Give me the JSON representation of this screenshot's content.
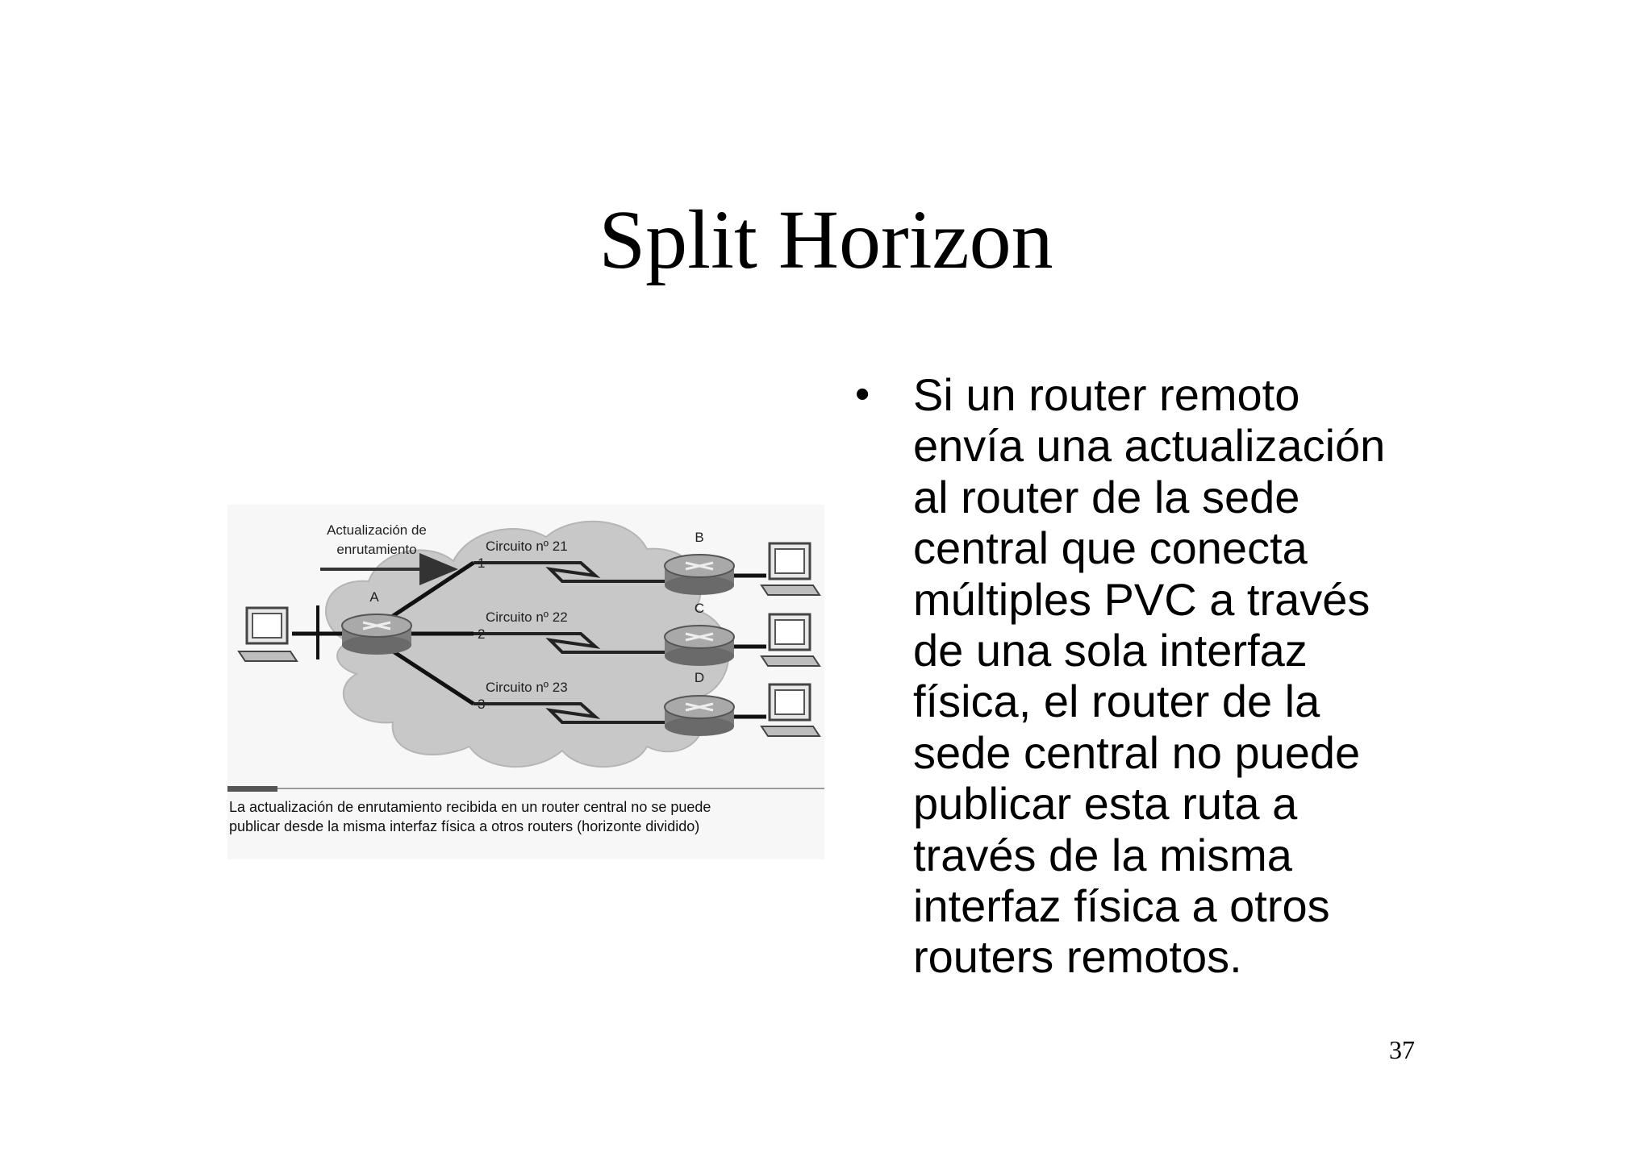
{
  "slide": {
    "title": "Split Horizon",
    "page_number": "37"
  },
  "bullet": {
    "marker": "•",
    "lines": [
      "Si un router remoto",
      "envía una actualización",
      "al router de la sede",
      "central que conecta",
      "múltiples PVC a través",
      "de una sola interfaz",
      "física, el router de la",
      "sede central no puede",
      "publicar esta ruta a",
      "través de la misma",
      "interfaz física a otros",
      "routers remotos."
    ]
  },
  "figure": {
    "update_label_line1": "Actualización de",
    "update_label_line2": "enrutamiento",
    "routers": [
      "A",
      "B",
      "C",
      "D"
    ],
    "circuits": [
      "Circuito nº 21",
      "Circuito nº 22",
      "Circuito nº 23"
    ],
    "port_numbers": [
      "1",
      "2",
      "3"
    ],
    "caption_line1": "La actualización de enrutamiento recibida en un router central no se puede",
    "caption_line2": "publicar desde la misma interfaz física a otros routers (horizonte dividido)"
  }
}
